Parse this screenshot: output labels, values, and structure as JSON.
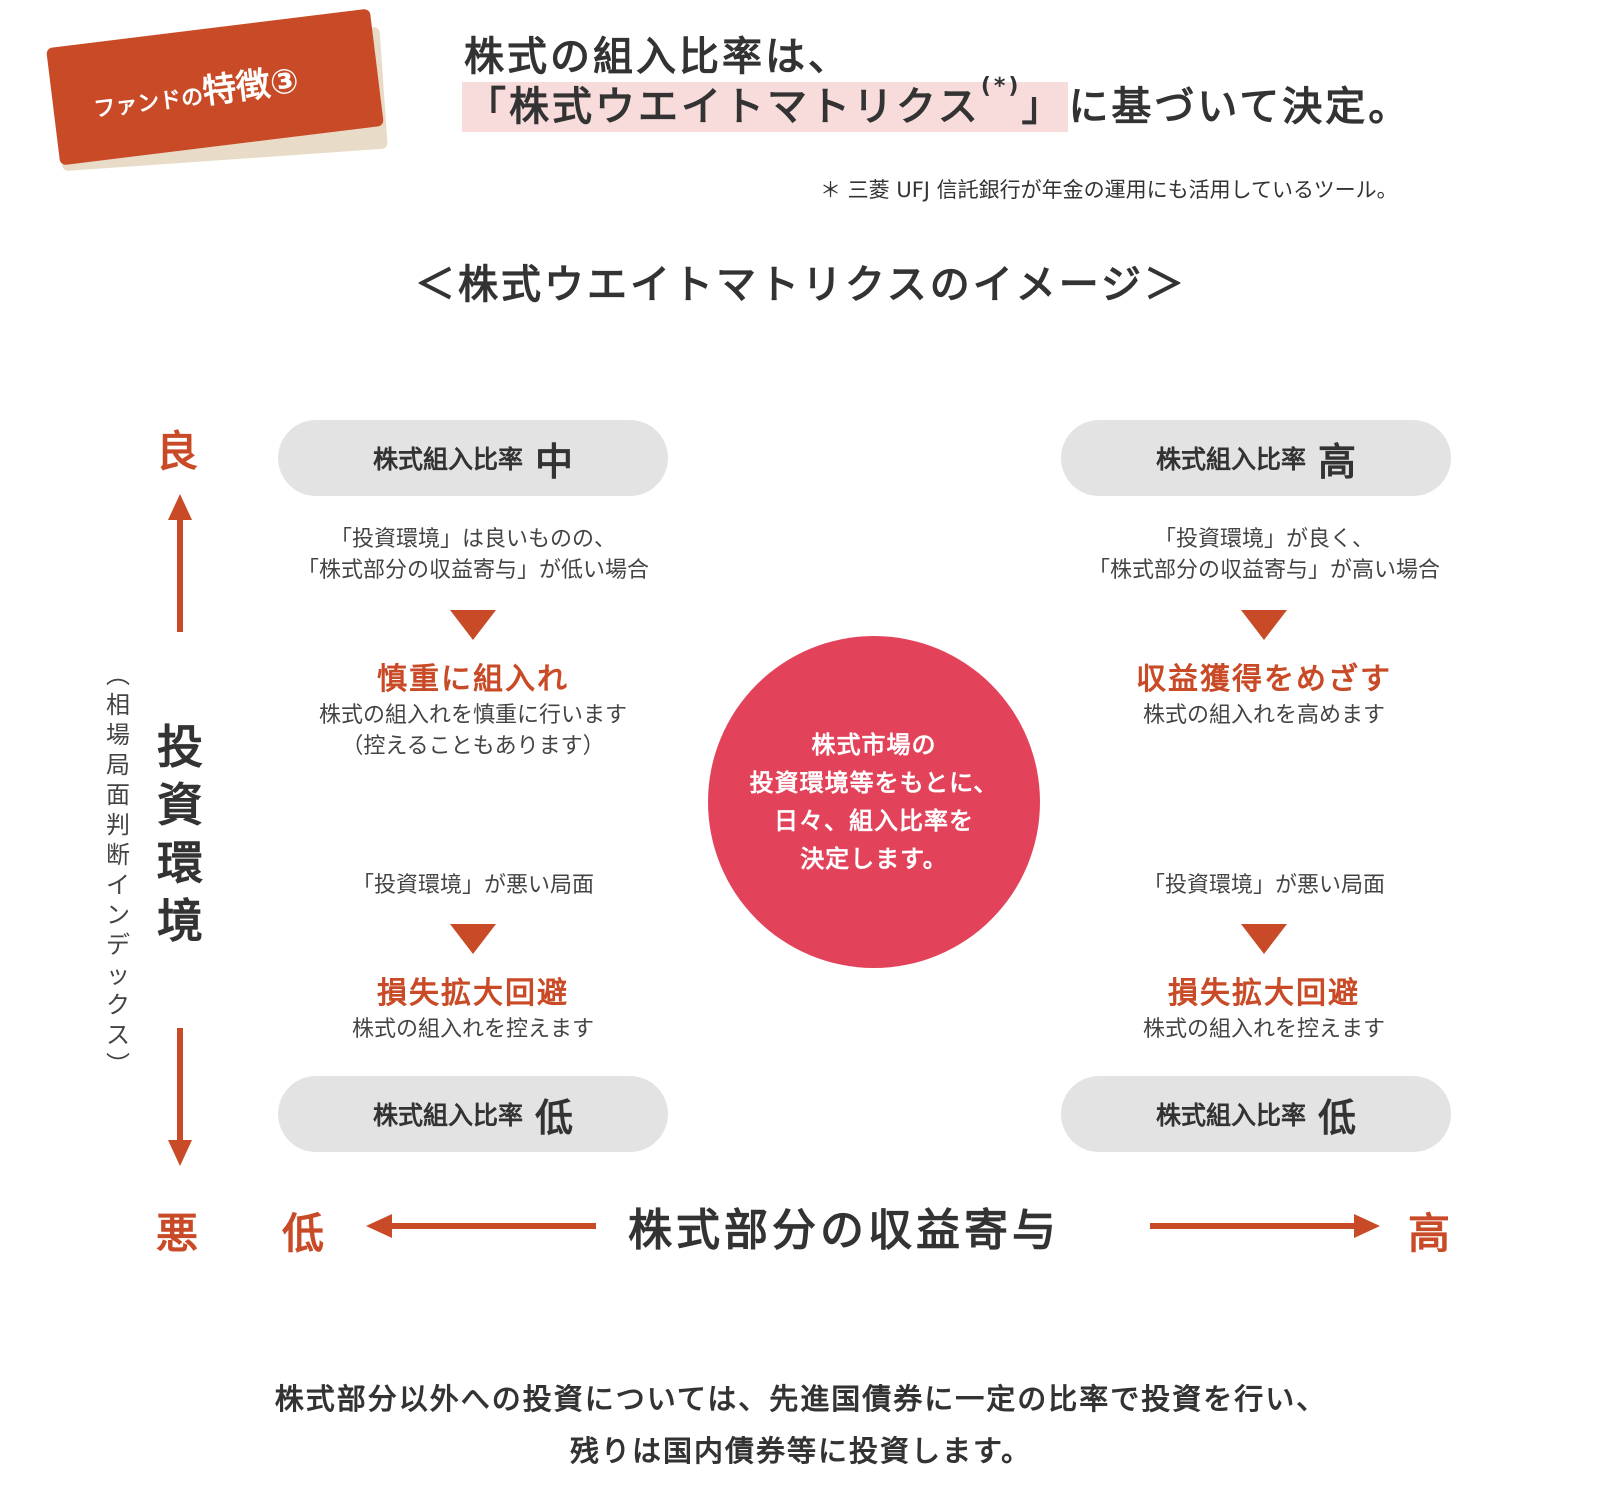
{
  "badge": {
    "prefix": "ファンドの",
    "title": "特徴③"
  },
  "headline": {
    "line1": "株式の組入比率は、",
    "open": "「株式ウエイトマトリクス",
    "sup": "(*)",
    "close": "」",
    "after": "に基づいて決定。"
  },
  "note": "＊ 三菱 UFJ 信託銀行が年金の運用にも活用しているツール。",
  "subtitle": "＜株式ウエイトマトリクスのイメージ＞",
  "y_axis": {
    "good": "良",
    "bad": "悪",
    "label_chars": [
      "投",
      "資",
      "環",
      "境"
    ],
    "sub_chars": [
      "︵",
      "相",
      "場",
      "局",
      "面",
      "判",
      "断",
      "イ",
      "ン",
      "デ",
      "ッ",
      "ク",
      "ス",
      "︶"
    ]
  },
  "x_axis": {
    "low": "低",
    "high": "高",
    "label": "株式部分の収益寄与"
  },
  "quadrants": {
    "top_left": {
      "pill_label": "株式組入比率",
      "pill_level": "中",
      "cond1": "「投資環境」は良いものの、",
      "cond2": "「株式部分の収益寄与」が低い場合",
      "action": "慎重に組入れ",
      "desc1": "株式の組入れを慎重に行います",
      "desc2": "（控えることもあります）"
    },
    "top_right": {
      "pill_label": "株式組入比率",
      "pill_level": "高",
      "cond1": "「投資環境」が良く、",
      "cond2": "「株式部分の収益寄与」が高い場合",
      "action": "収益獲得をめざす",
      "desc1": "株式の組入れを高めます"
    },
    "bottom_left": {
      "cond": "「投資環境」が悪い局面",
      "action": "損失拡大回避",
      "desc": "株式の組入れを控えます",
      "pill_label": "株式組入比率",
      "pill_level": "低"
    },
    "bottom_right": {
      "cond": "「投資環境」が悪い局面",
      "action": "損失拡大回避",
      "desc": "株式の組入れを控えます",
      "pill_label": "株式組入比率",
      "pill_level": "低"
    }
  },
  "center": {
    "line1": "株式市場の",
    "line2": "投資環境等をもとに、",
    "line3": "日々、組入比率を",
    "line4": "決定します。"
  },
  "footer": {
    "line1": "株式部分以外への投資については、先進国債券に一定の比率で投資を行い、",
    "line2": "残りは国内債券等に投資します。"
  },
  "colors": {
    "accent": "#c94a26",
    "circle": "#e2435a",
    "pill": "#e3e3e3",
    "highlight": "#f8dcdc"
  }
}
